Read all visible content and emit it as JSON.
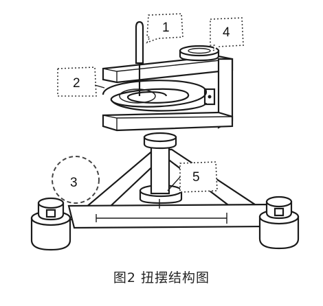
{
  "figure": {
    "caption": "图2  扭摆结构图",
    "callouts": [
      {
        "label": "1"
      },
      {
        "label": "2"
      },
      {
        "label": "3"
      },
      {
        "label": "4"
      },
      {
        "label": "5"
      }
    ]
  }
}
